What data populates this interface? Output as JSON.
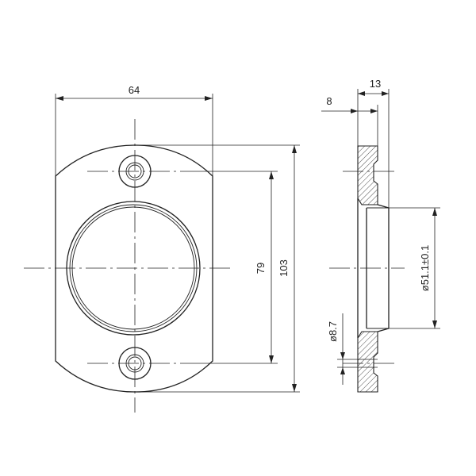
{
  "drawing": {
    "dimensions": {
      "plate_width": "64",
      "hole_spacing": "79",
      "plate_height": "103",
      "total_depth": "13",
      "flange_thickness": "8",
      "bore_diameter": "ø51.1±0.1",
      "hole_diameter": "ø8.7"
    }
  }
}
